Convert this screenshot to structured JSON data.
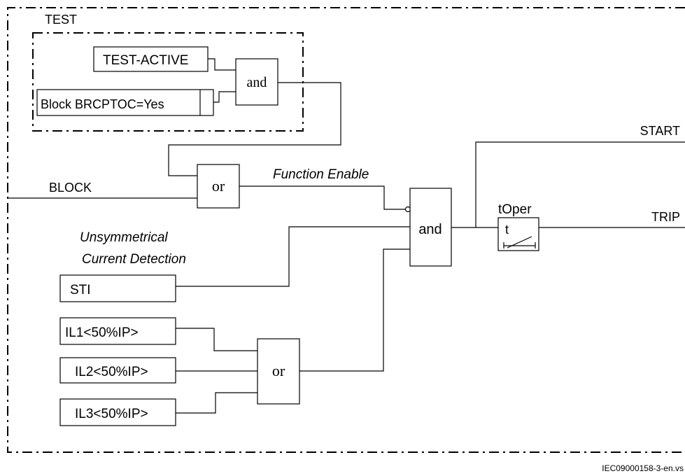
{
  "groups": {
    "test": "TEST"
  },
  "inputs": {
    "test_active": "TEST-ACTIVE",
    "block_brcptoc": "Block BRCPTOC=Yes",
    "block": "BLOCK",
    "sti": "STI",
    "il1": "IL1<50%IP>",
    "il2": "IL2<50%IP>",
    "il3": "IL3<50%IP>"
  },
  "gates": {
    "and_test": "and",
    "or_block": "or",
    "and_main": "and",
    "or_current": "or"
  },
  "timer": {
    "name": "tOper",
    "symbol": "t"
  },
  "signals": {
    "function_enable": "Function Enable",
    "unsym_line1": "Unsymmetrical",
    "unsym_line2": "Current Detection"
  },
  "outputs": {
    "start": "START",
    "trip": "TRIP"
  },
  "footer": {
    "figure_id": "IEC09000158-3-en.vs"
  }
}
